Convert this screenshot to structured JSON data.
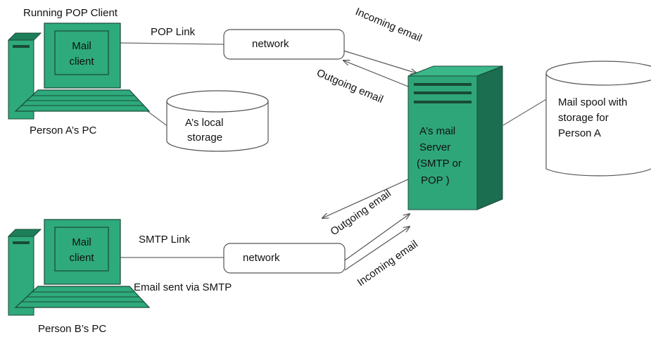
{
  "colors": {
    "device_fill": "#2EAA7C",
    "device_dark": "#1C7F5A",
    "server_front": "#2EA67A",
    "server_side": "#1B6E50",
    "line": "#6a6a6a",
    "text": "#111111"
  },
  "pc_a": {
    "top_label": "Running POP Client",
    "screen_line1": "Mail",
    "screen_line2": "client",
    "bottom_label": "Person A’s PC"
  },
  "pc_b": {
    "screen_line1": "Mail",
    "screen_line2": "client",
    "bottom_label": "Person B’s PC"
  },
  "links": {
    "pop_link": "POP Link",
    "smtp_link": "SMTP Link",
    "email_sent": "Email sent via SMTP"
  },
  "networks": {
    "top": "network",
    "bottom": "network"
  },
  "local_storage": {
    "line1": "A’s local",
    "line2": "storage"
  },
  "server": {
    "line1": "A’s mail",
    "line2": "Server",
    "line3": "(SMTP or",
    "line4": "POP )"
  },
  "spool": {
    "line1": "Mail spool with",
    "line2": "storage for",
    "line3": "Person A"
  },
  "flows": {
    "top_incoming": "Incoming email",
    "top_outgoing": "Outgoing email",
    "bottom_outgoing": "Outgoing email",
    "bottom_incoming": "Incoming email"
  }
}
